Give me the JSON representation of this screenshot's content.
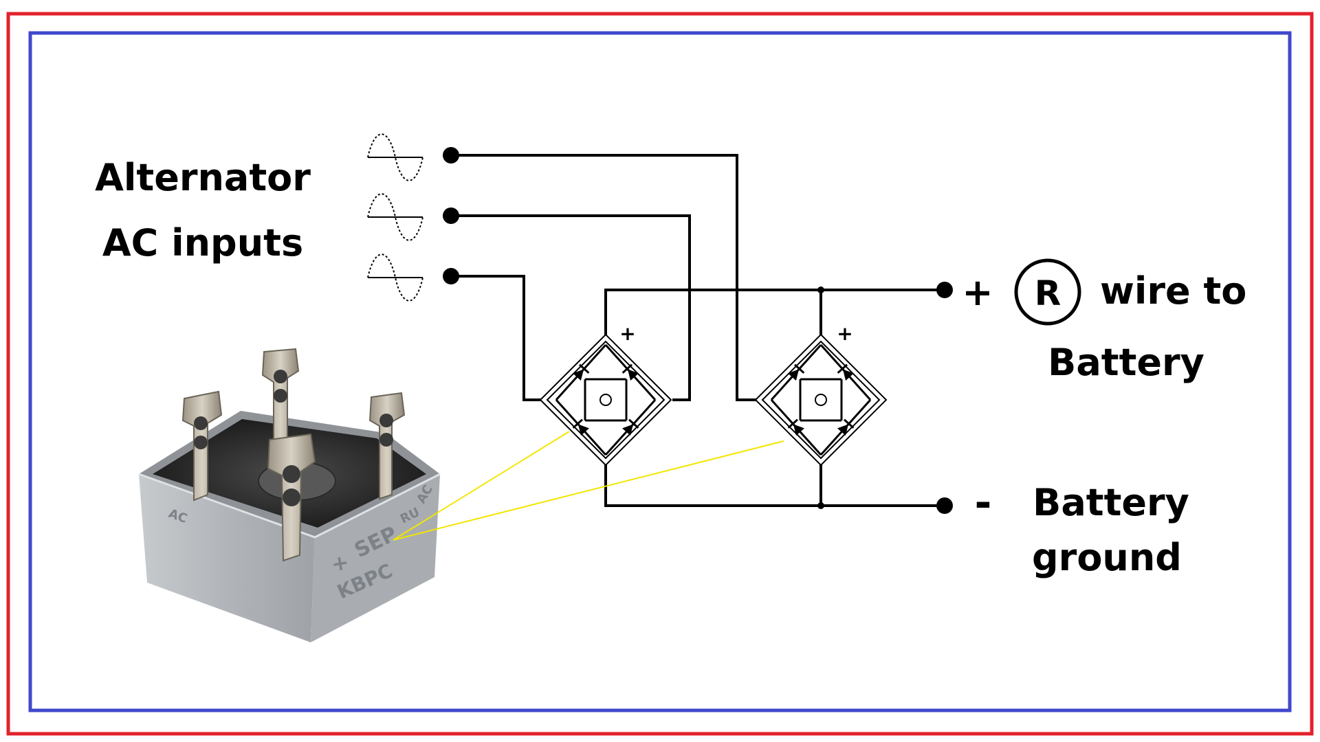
{
  "title": {
    "line1": "Alternator",
    "line2": "AC inputs"
  },
  "plus_output": {
    "sign": "+",
    "circle_letter": "R",
    "text_line1": "wire to",
    "text_line2": "Battery"
  },
  "minus_output": {
    "sign": "-",
    "text_line1": "Battery",
    "text_line2": "ground"
  },
  "bridge_plus_marker": "+",
  "bridge_case_markings": {
    "plus": "+",
    "maker": "SEP",
    "model": "KBPC",
    "ac_left": "AC",
    "ac_right": "AC",
    "cert": "RU"
  },
  "colors": {
    "outer_border": "#e3212b",
    "inner_border": "#3f48cc",
    "wire": "#000000",
    "lead_line": "#f2e600",
    "case": "#b4b8bc"
  },
  "icons": [
    "ac-sine-icon",
    "bridge-rectifier-symbol",
    "diode-icon",
    "terminal-dot-icon",
    "bridge-rectifier-photo"
  ]
}
